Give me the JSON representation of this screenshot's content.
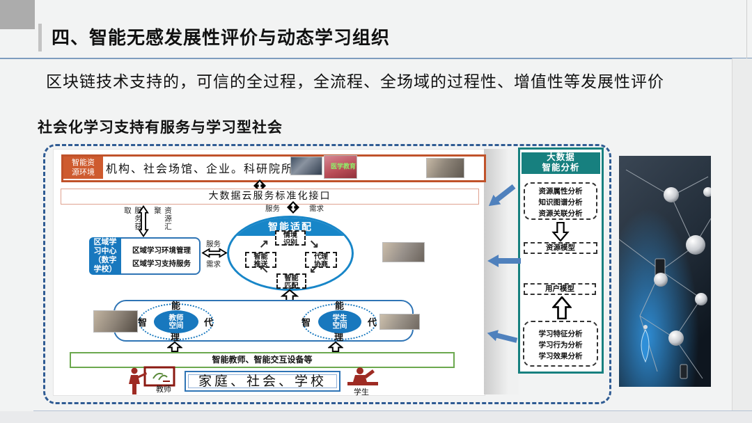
{
  "slide": {
    "title": "四、智能无感发展性评价与动态学习组织",
    "paragraph": "区块链技术支持的，可信的全过程，全流程、全场域的过程性、增值性等发展性评价",
    "subheading": "社会化学习支持有服务与学习型社会"
  },
  "diagram": {
    "env": {
      "label_line1": "智能资",
      "label_line2": "源环境",
      "text": "机构、社会场馆、企业。科研院所等",
      "photo_caption": "医学教育"
    },
    "interface_bar": "大数据云服务标准化接口",
    "vertical_arrow": {
      "left_label": "服务获取",
      "right_label": "资源汇聚"
    },
    "service_label": "服务",
    "demand_label": "需求",
    "adapt": {
      "title": "智能适配",
      "nodes": [
        {
          "line1": "情境",
          "line2": "识别"
        },
        {
          "line1": "智能",
          "line2": "推送"
        },
        {
          "line1": "代理",
          "line2": "协商"
        },
        {
          "line1": "智能",
          "line2": "匹配"
        }
      ],
      "cycle_arrows": [
        "↗",
        "↘",
        "↙",
        "↖"
      ]
    },
    "center": {
      "label_lines": [
        "区域学",
        "习中心",
        "（数字",
        "学校）"
      ],
      "line1": "区域学习环境管理",
      "line2": "区域学习支持服务"
    },
    "agent_ring": {
      "top": "能",
      "left": "智",
      "right": "代",
      "bottom": "理"
    },
    "teacher_space": {
      "line1": "教师",
      "line2": "空间"
    },
    "student_space": {
      "line1": "学生",
      "line2": "空间"
    },
    "devices_bar": "智能教师、智能交互设备等",
    "family_box": "家庭、社会、学校",
    "teacher_label": "教师",
    "student_label": "学生",
    "analysis": {
      "title_line1": "大数据",
      "title_line2": "智能分析",
      "resource_lines": [
        "资源属性分析",
        "知识图谱分析",
        "资源关联分析"
      ],
      "resource_model": "资源模型",
      "user_model": "用户模型",
      "learning_lines": [
        "学习特征分析",
        "学习行为分析",
        "学习效果分析"
      ]
    }
  },
  "colors": {
    "accent_orange": "#c0522a",
    "accent_blue": "#1878be",
    "ellipse_blue": "#1886c8",
    "border_blue": "#2e74b5",
    "teal": "#17807f",
    "green": "#6ba84e",
    "dark_red": "#9e2b23",
    "arrow_blue": "#4f81bd",
    "dash_frame_blue": "#2f5b93",
    "rule_blue": "#7e9cbe"
  }
}
